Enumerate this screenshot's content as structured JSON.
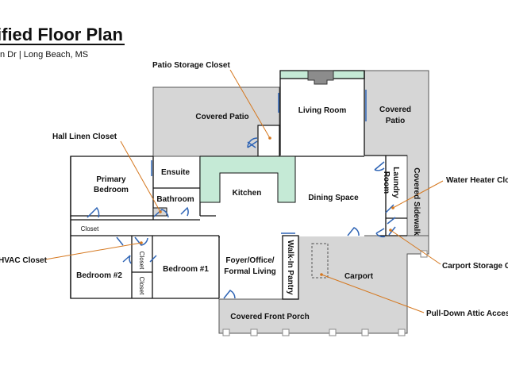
{
  "header": {
    "title": "ified Floor Plan",
    "address": "n Dr | Long Beach, MS"
  },
  "rooms": {
    "covered_patio_left": "Covered Patio",
    "living_room": "Living Room",
    "covered_patio_right_1": "Covered",
    "covered_patio_right_2": "Patio",
    "primary_bedroom_1": "Primary",
    "primary_bedroom_2": "Bedroom",
    "ensuite": "Ensuite",
    "bathroom": "Bathroom",
    "kitchen": "Kitchen",
    "dining_space": "Dining Space",
    "laundry_room_1": "Laundry",
    "laundry_room_2": "Room",
    "covered_sidewalk": "Covered Sidewalk",
    "closet_hall": "Closet",
    "bedroom_2": "Bedroom #2",
    "closet_upper": "Closet",
    "closet_lower": "Closet",
    "bedroom_1": "Bedroom #1",
    "foyer_1": "Foyer/Office/",
    "foyer_2": "Formal Living",
    "walkin_pantry": "Walk-In Pantry",
    "carport": "Carport",
    "covered_front_porch": "Covered Front Porch"
  },
  "callouts": {
    "patio_storage": "Patio Storage Closet",
    "hall_linen": "Hall Linen Closet",
    "water_heater": "Water Heater Clo",
    "hvac": "HVAC Closet",
    "carport_storage": "Carport Storage C",
    "attic_access": "Pull-Down Attic Acces"
  },
  "colors": {
    "wall": "#111111",
    "covered_area": "#d6d6d6",
    "kitchen_counter": "#c5ead6",
    "door": "#2e64b5",
    "callout_line": "#d5771e"
  }
}
